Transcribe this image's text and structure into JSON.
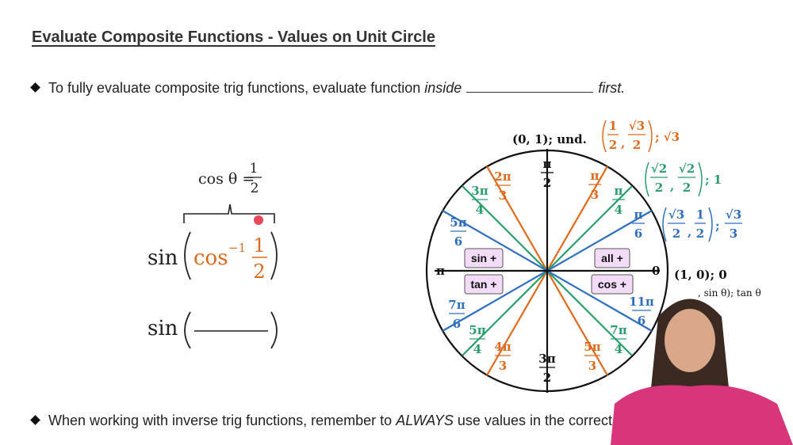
{
  "title": "Evaluate Composite Functions - Values on Unit Circle",
  "bullet1": {
    "before": "To fully evaluate composite trig functions, evaluate function",
    "italic": "inside",
    "after": "first."
  },
  "bullet2": {
    "before": "When working with inverse trig functions, remember to",
    "italic": "ALWAYS",
    "after": "use values in the correct"
  },
  "work": {
    "cos_label": "cos θ =",
    "frac_num": "1",
    "frac_den": "2",
    "sin": "sin",
    "cos_inv": "cos",
    "inv_exp": "−1",
    "sin2": "sin"
  },
  "circle": {
    "top_point": "(0, 1); und.",
    "right_point": "(1, 0);  0",
    "right_partial": ", sin θ);  tan θ",
    "p60_tan": "; √3",
    "p45_tan": "; 1",
    "p30_tan": "; √3",
    "axis_pi": "π",
    "axis_zero": "0",
    "q1": "all +",
    "q2": "sin +",
    "q3": "tan +",
    "q4": "cos +",
    "angles": {
      "pi2_n": "π",
      "pi2_d": "2",
      "pi3_n": "π",
      "pi3_d": "3",
      "pi4_n": "π",
      "pi4_d": "4",
      "pi6_n": "π",
      "pi6_d": "6",
      "a2pi3_n": "2π",
      "a2pi3_d": "3",
      "a3pi4_n": "3π",
      "a3pi4_d": "4",
      "a5pi6_n": "5π",
      "a5pi6_d": "6",
      "a7pi6_n": "7π",
      "a7pi6_d": "6",
      "a5pi4_n": "5π",
      "a5pi4_d": "4",
      "a4pi3_n": "4π",
      "a4pi3_d": "3",
      "a3pi2_n": "3π",
      "a3pi2_d": "2",
      "a5pi3_n": "5π",
      "a5pi3_d": "3",
      "a7pi4_n": "7π",
      "a7pi4_d": "4",
      "a11pi6_n": "11π",
      "a11pi6_d": "6"
    },
    "frac": {
      "half": "1",
      "two": "2",
      "r3": "√3",
      "r2": "√2",
      "three": "3"
    }
  },
  "colors": {
    "orange": "#e06a1b",
    "green": "#2a9d6c",
    "blue": "#2f6fc0",
    "quad_fill": "#f3dcf7",
    "marker": "#e8485a"
  }
}
